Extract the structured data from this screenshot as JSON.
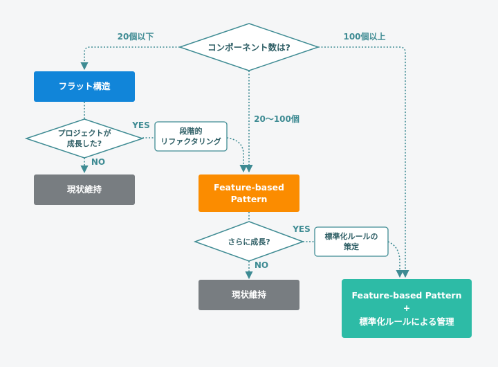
{
  "colors": {
    "background": "#f5f6f7",
    "line": "#3e8b93",
    "blue": "#1185d9",
    "orange": "#fb8c00",
    "gray": "#787d81",
    "teal": "#2dbba6",
    "diamond_fill": "#ffffff",
    "note_fill": "#ffffff"
  },
  "diagram": {
    "top_decision": "コンポーネント数は?",
    "edge_left": "20個以下",
    "edge_right": "100個以上",
    "edge_middle": "20〜100個",
    "flat_box": "フラット構造",
    "decision_project": [
      "プロジェクトが",
      "成長した?"
    ],
    "yes_1": "YES",
    "no_1": "NO",
    "note_refactor": [
      "段階的",
      "リファクタリング"
    ],
    "keep_1": "現状維持",
    "feature_box": [
      "Feature-based",
      "Pattern"
    ],
    "decision_grow": "さらに成長?",
    "yes_2": "YES",
    "no_2": "NO",
    "note_rules": [
      "標準化ルールの",
      "策定"
    ],
    "keep_2": "現状維持",
    "final_box": [
      "Feature-based Pattern",
      "+",
      "標準化ルールによる管理"
    ]
  }
}
